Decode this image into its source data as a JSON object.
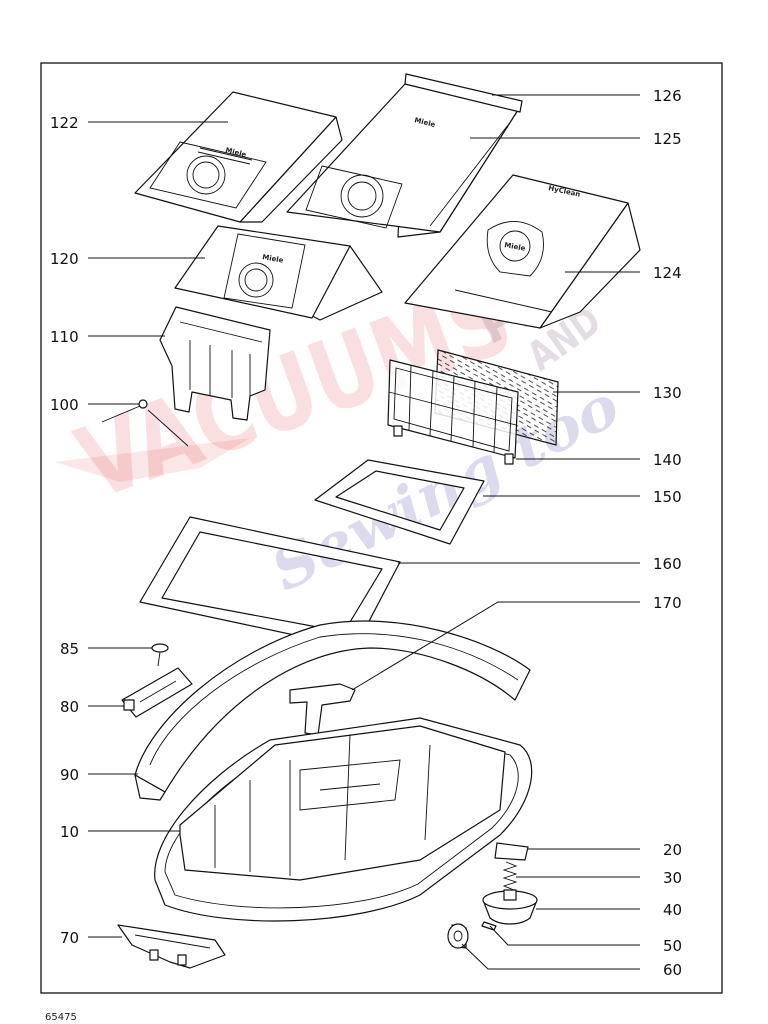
{
  "figure_number": "65475",
  "callouts": {
    "p122": "122",
    "p126": "126",
    "p125": "125",
    "p120": "120",
    "p124": "124",
    "p110": "110",
    "p130": "130",
    "p100": "100",
    "p140": "140",
    "p150": "150",
    "p160": "160",
    "p170": "170",
    "p85": "85",
    "p80": "80",
    "p90": "90",
    "p10": "10",
    "p20": "20",
    "p30": "30",
    "p40": "40",
    "p70": "70",
    "p50": "50",
    "p60": "60"
  },
  "bag_logos": {
    "brand": "Miele",
    "hyclean": "HyClean"
  },
  "watermark": {
    "line1": "VACUUMS",
    "line2": "Plus",
    "line3": "AND",
    "line4": "Sewing too"
  },
  "colors": {
    "line": "#111111",
    "watermark_red": "#e03c3c",
    "watermark_blue": "#3c3ca0"
  }
}
